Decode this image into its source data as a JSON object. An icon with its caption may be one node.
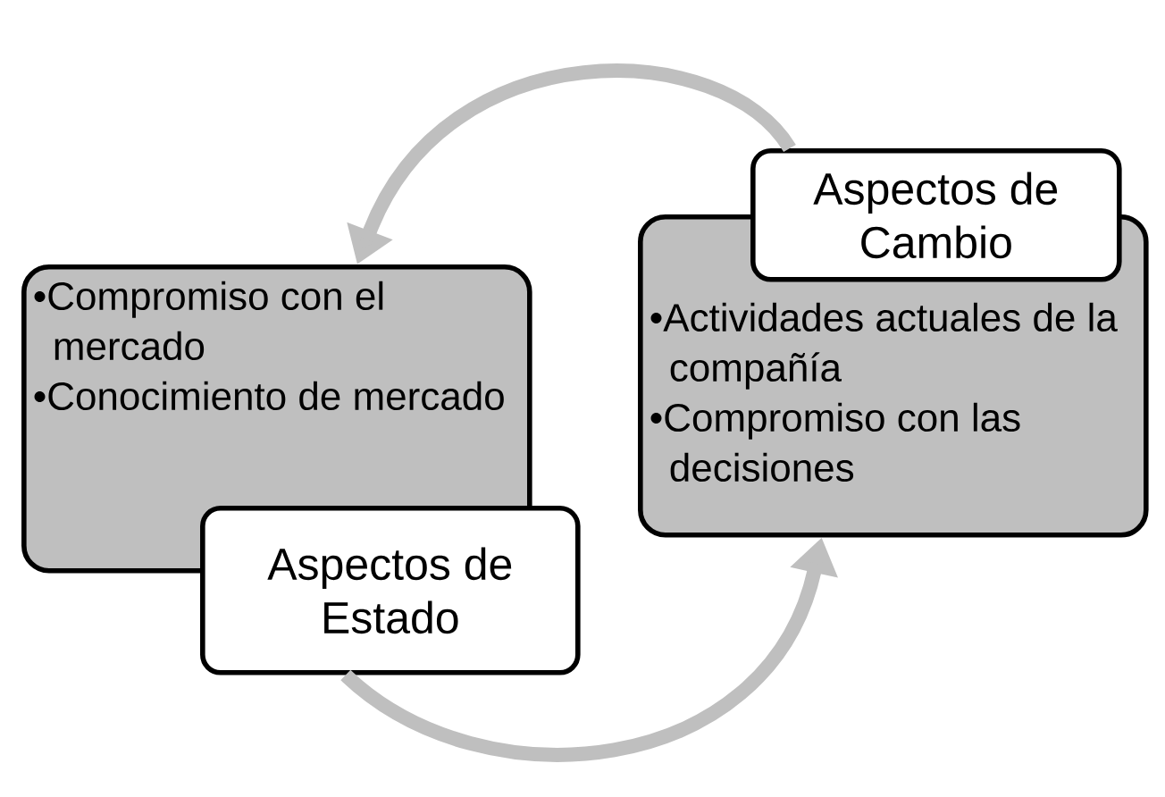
{
  "diagram": {
    "nodes": [
      {
        "text": [
          "•Compromiso con el mercado",
          "•Conocimiento de mercado"
        ]
      },
      {
        "text": [
          "Aspectos de Estado"
        ]
      },
      {
        "text": [
          "Aspectos de Cambio"
        ]
      },
      {
        "text": [
          "•Actividades actuales de la compañía",
          "•Compromiso con las decisiones"
        ]
      }
    ],
    "edges": [
      {
        "from": 2,
        "to": 0,
        "arrow": "to"
      },
      {
        "from": 1,
        "to": 3,
        "arrow": "to"
      }
    ]
  }
}
